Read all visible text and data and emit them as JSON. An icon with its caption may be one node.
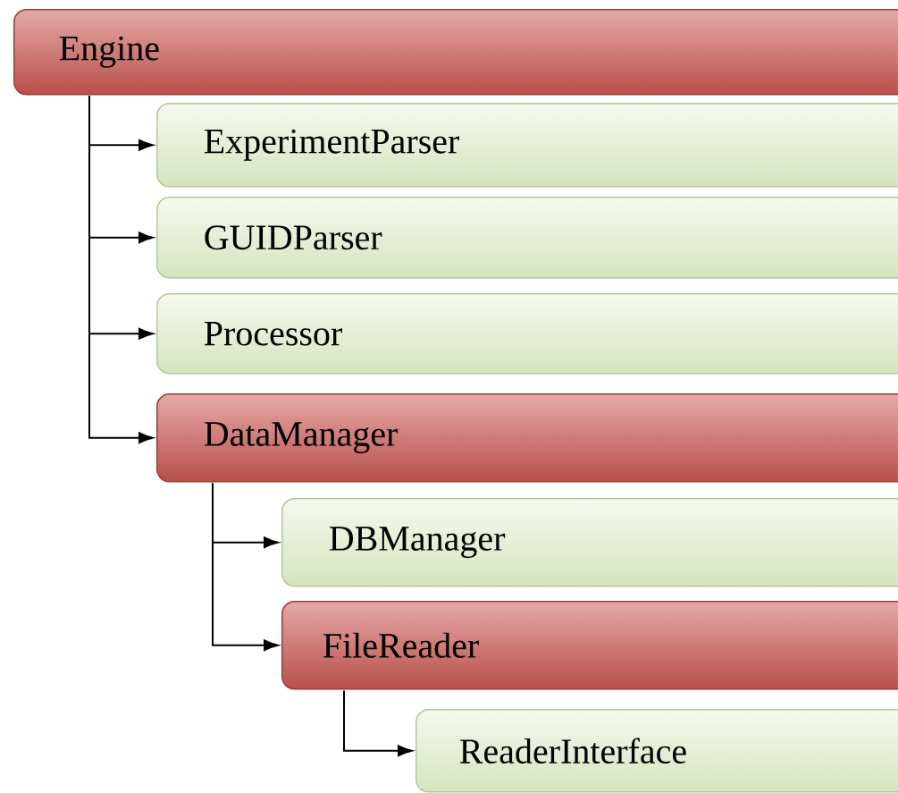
{
  "diagram": {
    "nodes": [
      {
        "text": [
          "Engine"
        ]
      },
      {
        "text": [
          "ExperimentParser"
        ]
      },
      {
        "text": [
          "GUIDParser"
        ]
      },
      {
        "text": [
          "Processor"
        ]
      },
      {
        "text": [
          "DataManager"
        ]
      },
      {
        "text": [
          "DBManager"
        ]
      },
      {
        "text": [
          "FileReader"
        ]
      },
      {
        "text": [
          "ReaderInterface"
        ]
      }
    ],
    "edges": [
      {
        "from": 0,
        "to": 1,
        "arrow": "to"
      },
      {
        "from": 0,
        "to": 2,
        "arrow": "to"
      },
      {
        "from": 0,
        "to": 3,
        "arrow": "to"
      },
      {
        "from": 0,
        "to": 4,
        "arrow": "to"
      },
      {
        "from": 4,
        "to": 5,
        "arrow": "to"
      },
      {
        "from": 4,
        "to": 6,
        "arrow": "to"
      },
      {
        "from": 6,
        "to": 7,
        "arrow": "to"
      }
    ]
  }
}
